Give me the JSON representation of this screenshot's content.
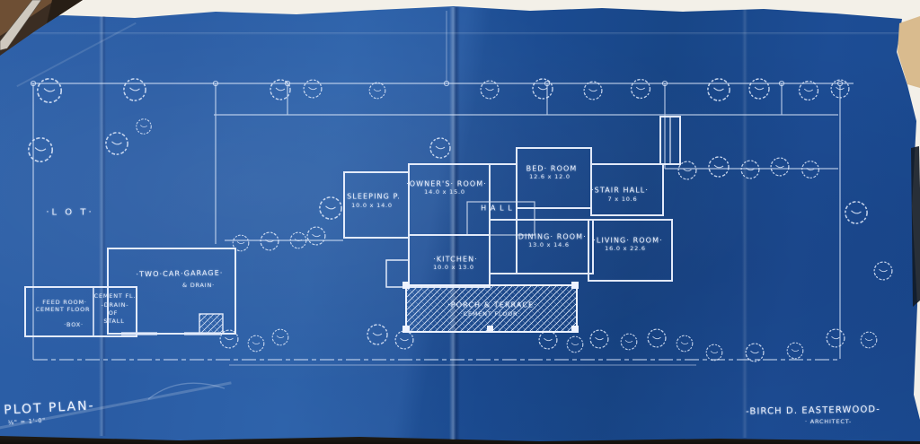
{
  "titleblock": {
    "title": "PLOT  PLAN-",
    "scale": "⅛\" = 1'-0\"",
    "architect_name": "-BIRCH D. EASTERWOOD-",
    "architect_role": "· ARCHITECT-"
  },
  "site": {
    "lot_label": "·L O T·"
  },
  "rooms": {
    "garage": {
      "name": "·TWO·CAR·GARAGE·",
      "note": "& DRAIN·"
    },
    "feed_room": {
      "name": "FEED ROOM·",
      "note": "CEMENT FLOOR",
      "note2": "·BOX·"
    },
    "stall": {
      "line1": "CEMENT FL.",
      "line2": "-DRAIN-",
      "line3": "OF",
      "line4": "STALL"
    },
    "sleeping_porch": {
      "name": "SLEEPING P.",
      "dims": "10.0 x 14.0"
    },
    "owners_room": {
      "name": "·OWNER'S· ROOM·",
      "dims": "14.0 x 15.0"
    },
    "bed_room": {
      "name": "BED· ROOM",
      "dims": "12.6 x 12.0"
    },
    "stair_hall": {
      "name": "·STAIR HALL·",
      "dims": "7 x 10.6"
    },
    "hall": {
      "name": "H A L L"
    },
    "dining_room": {
      "name": "·DINING· ROOM·",
      "dims": "13.0 x 14.6"
    },
    "living_room": {
      "name": "·LIVING· ROOM·",
      "dims": "16.0 x 22.6"
    },
    "kitchen": {
      "name": "·KITCHEN·",
      "dims": "10.0 x 13.0"
    },
    "porch": {
      "name": "·PORCH & TERRACE·",
      "note": "·CEMENT FLOOR·"
    }
  },
  "colors": {
    "paper_left": "#2b5ea8",
    "paper_right": "#1c4b91",
    "line_white": "#e9effe",
    "background": "#f2efe7",
    "torn_edge_tan": "#d9bb8e"
  }
}
